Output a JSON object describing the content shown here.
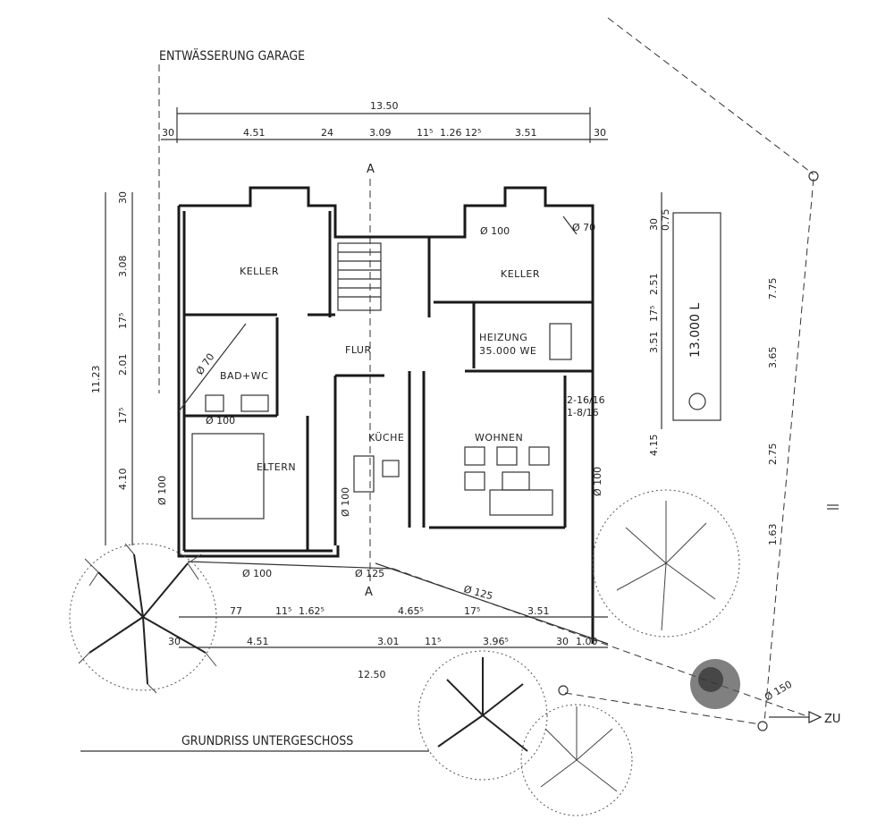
{
  "drawing": {
    "title": "GRUNDRISS UNTERGESCHOSS",
    "drainage_note": "ENTWÄSSERUNG GARAGE",
    "section_marker": "A",
    "arrow_label": "ZU"
  },
  "rooms": {
    "keller_left": "KELLER",
    "keller_right": "KELLER",
    "flur": "FLUR",
    "bad_wc": "BAD+WC",
    "heizung": "HEIZUNG",
    "heizung_capacity": "35.000 WE",
    "kuche": "KÜCHE",
    "wohnen": "WOHNEN",
    "eltern": "ELTERN"
  },
  "tank": {
    "label": "13.000 L"
  },
  "pipes": {
    "d100_top": "Ø 100",
    "d70_top": "Ø 70",
    "d70_bad": "Ø 70",
    "d100_bad": "Ø 100",
    "d100_left": "Ø 100",
    "d100_kuche": "Ø 100",
    "d100_bottom": "Ø 100",
    "d125_a": "Ø 125",
    "d125_b": "Ø 125",
    "d100_right": "Ø 100",
    "d150": "Ø 150",
    "window_note_1": "2-16/16",
    "window_note_2": "1-8/16"
  },
  "dimensions": {
    "top_total": "13.50",
    "top": [
      "30",
      "4.51",
      "24",
      "3.09",
      "11⁵",
      "1.26",
      "12⁵",
      "3.51",
      "30"
    ],
    "bottom_row1": [
      "77",
      "11⁵",
      "1.62⁵",
      "4.65⁵",
      "17⁵",
      "3.51"
    ],
    "bottom_row2": [
      "4.51",
      "30",
      "3.01",
      "11⁵",
      "3.96⁵",
      "30",
      "1.00"
    ],
    "bottom_total": "12.50",
    "left": [
      "30",
      "3.08",
      "17⁵",
      "2.01",
      "17⁵",
      "4.10",
      "11.23"
    ],
    "right": [
      "30",
      "0.75",
      "2.51",
      "17⁵",
      "3.51",
      "4.15",
      "7.75",
      "3.65",
      "2.75",
      "1.63"
    ]
  }
}
